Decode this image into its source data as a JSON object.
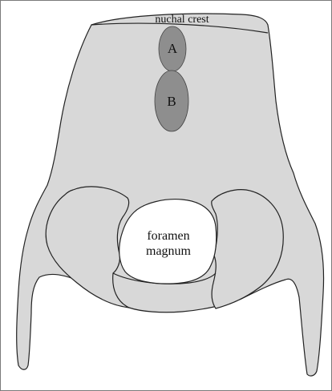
{
  "diagram": {
    "labels": {
      "crest": "nuchal crest",
      "region_a": "A",
      "region_b": "B",
      "foramen_line1": "foramen",
      "foramen_line2": "magnum"
    },
    "colors": {
      "bone_fill": "#d8d8d8",
      "region_fill": "#8e8e8e",
      "foramen_fill": "#ffffff",
      "outline": "#222222",
      "frame": "#7a7a7a"
    }
  }
}
